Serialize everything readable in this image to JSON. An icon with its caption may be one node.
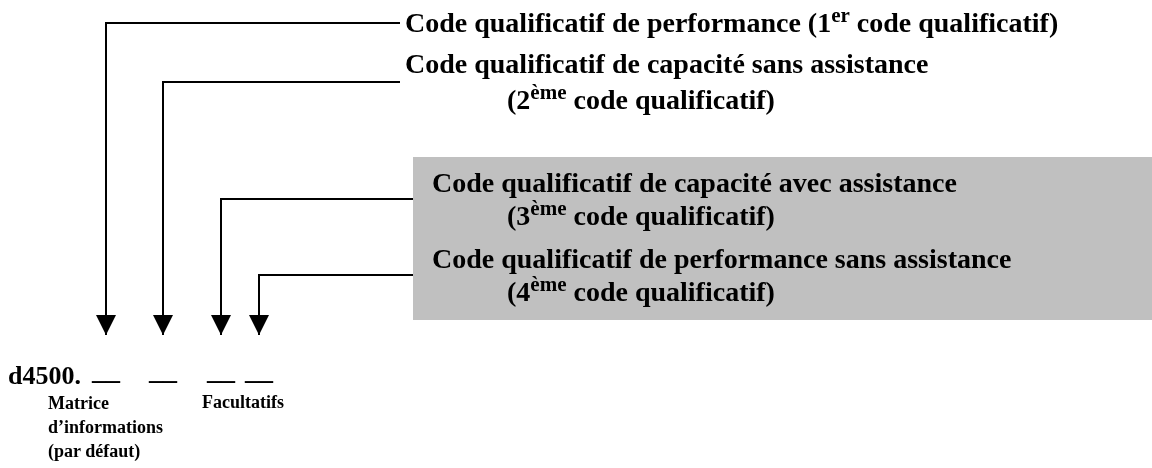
{
  "diagram": {
    "nodes": [
      {
        "text": [
          "Code qualificatif de performance (1$^{er}$ code qualificatif)"
        ]
      },
      {
        "text": [
          "Code qualificatif de capacité sans assistance (2$^{ème}$ code qualificatif)"
        ]
      },
      {
        "text": [],
        "shape": "box"
      },
      {
        "text": [
          "Code qualificatif de capacité avec assistance (3$^{ème}$ code qualificatif)"
        ],
        "in": 2
      },
      {
        "text": [
          "Code qualificatif de performance sans assistance (4$^{ème}$ code qualificatif)"
        ],
        "in": 2
      },
      {
        "text": [
          "__"
        ]
      },
      {
        "text": [
          "__"
        ]
      },
      {
        "text": [
          "__"
        ]
      },
      {
        "text": [
          "__"
        ]
      }
    ],
    "edges": [
      {
        "from": 0,
        "to": 5,
        "arrow": "to"
      },
      {
        "from": 1,
        "to": 6,
        "arrow": "to"
      },
      {
        "from": 3,
        "to": 7,
        "arrow": "to"
      },
      {
        "from": 4,
        "to": 8,
        "arrow": "to"
      }
    ],
    "labels": [
      "d4500.",
      "Matrice d’informations (par défaut)",
      "Facultatifs"
    ]
  }
}
